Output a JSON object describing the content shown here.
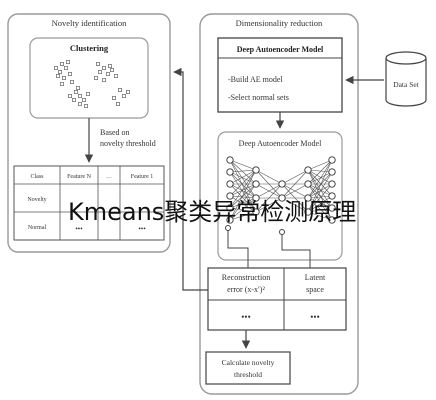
{
  "novelty_panel": {
    "title": "Novelty identification",
    "clustering_label": "Clustering",
    "arrow_label_line1": "Based on",
    "arrow_label_line2": "novelty threshold",
    "table": {
      "headers": [
        "Class",
        "Feature N",
        "…",
        "Feature 1"
      ],
      "rows": [
        [
          "Novelty",
          "",
          "",
          ""
        ],
        [
          "Normal",
          "",
          "",
          ""
        ]
      ],
      "ellipsis": "…",
      "row_ellipsis": [
        "•••",
        "•••"
      ]
    }
  },
  "reduction_panel": {
    "title": "Dimensionality reduction",
    "ae_box": {
      "title": "Deep Autoencoder Model",
      "line1": "-Build AE model",
      "line2": "-Select normal sets"
    },
    "network_box": {
      "title": "Deep Autoencoder Model"
    },
    "result_table": {
      "cell1_line1": "Reconstruction",
      "cell1_line2": "error (x-x′)²",
      "cell2_line1": "Latent",
      "cell2_line2": "space",
      "ellipsis": "•••"
    },
    "threshold_box": {
      "line1": "Calculate novelty",
      "line2": "threshold"
    }
  },
  "dataset": {
    "label": "Data Set"
  },
  "overlay_caption": "Kmeans聚类异常检测原理",
  "colors": {
    "stroke": "#444444",
    "dot": "#8a8a8a",
    "panel": "#9a9a9a"
  }
}
